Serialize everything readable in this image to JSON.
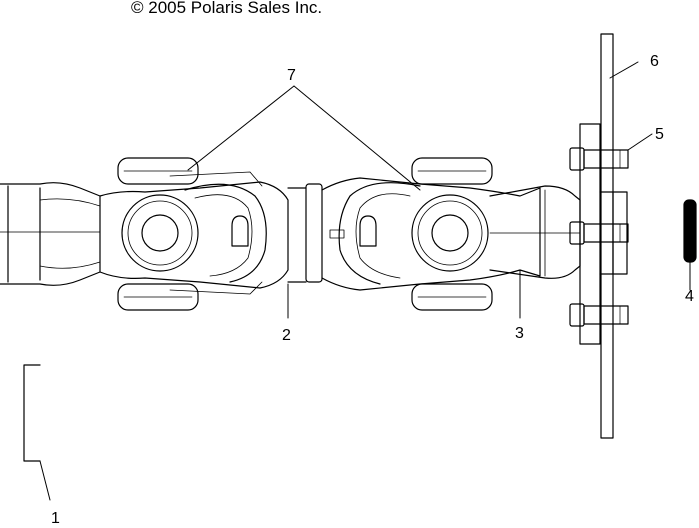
{
  "copyright": "© 2005 Polaris Sales Inc.",
  "callouts": [
    {
      "id": "callout-1",
      "label": "1"
    },
    {
      "id": "callout-2",
      "label": "2"
    },
    {
      "id": "callout-3",
      "label": "3"
    },
    {
      "id": "callout-4",
      "label": "4"
    },
    {
      "id": "callout-5",
      "label": "5"
    },
    {
      "id": "callout-6",
      "label": "6"
    },
    {
      "id": "callout-7",
      "label": "7"
    }
  ]
}
